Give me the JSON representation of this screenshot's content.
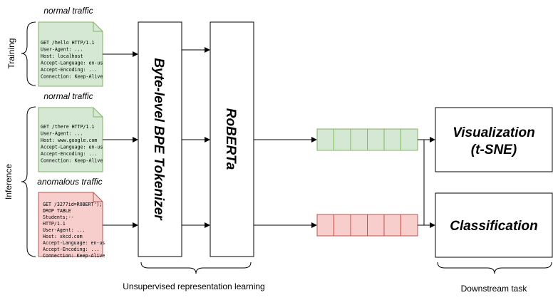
{
  "labels": {
    "training": "Training",
    "inference": "Inference",
    "normal_traffic_1": "normal traffic",
    "normal_traffic_2": "normal traffic",
    "anomalous_traffic": "anomalous traffic",
    "tokenizer": "Byte-level BPE Tokenizer",
    "roberta": "RoBERTa",
    "visualization_line1": "Visualization",
    "visualization_line2": "(t-SNE)",
    "classification": "Classification",
    "unsupervised": "Unsupervised representation learning",
    "downstream": "Downstream task"
  },
  "requests": {
    "training": [
      "GET /hello HTTP/1.1",
      "User-Agent: ...",
      "Host: localhost",
      "Accept-Language: en-us",
      "Accept-Encoding: ...",
      "Connection: Keep-Alive"
    ],
    "normal": [
      "GET /there HTTP/1.1",
      "User-Agent: ...",
      "Host: www.google.com",
      "Accept-Language: en-us",
      "Accept-Encoding: ...",
      "Connection: Keep-Alive"
    ],
    "anomalous": [
      "GET /3277id=ROBERT');",
      "   DROP TABLE",
      "   Students;--",
      "   HTTP/1.1",
      "User-Agent: ...",
      "Host: xkcd.com",
      "Accept-Language: en-us",
      "Accept-Encoding: ...",
      "Connection: Keep-Alive"
    ]
  },
  "colors": {
    "green_fill": "#d5e8d4",
    "green_stroke": "#82b366",
    "red_fill": "#f8cecc",
    "red_stroke": "#b85450"
  }
}
